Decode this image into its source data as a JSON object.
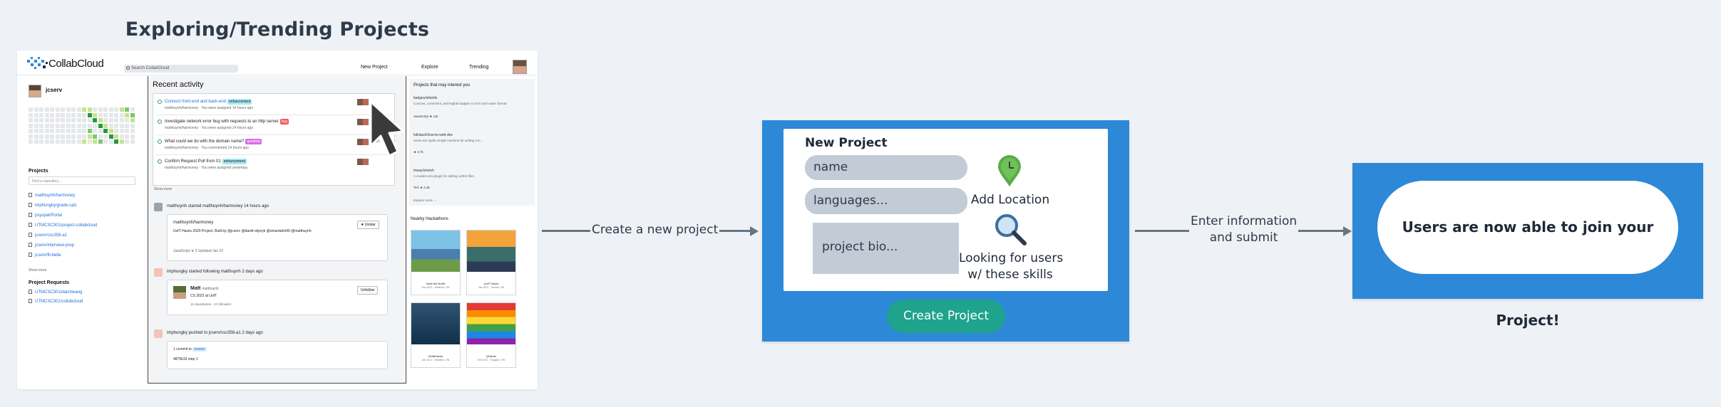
{
  "heading": "Exploring/Trending Projects",
  "screenshot": {
    "app_name": "CollabCloud",
    "search_placeholder": "Search CollabCloud",
    "nav": [
      "New Project",
      "Explore",
      "Trending"
    ],
    "username": "jcserv",
    "projects_heading": "Projects",
    "find_repo_placeholder": "Find a repository...",
    "repos": [
      "matthuynh/harmoney",
      "imphungky/grade-calc",
      "psyspat/Portal",
      "UTMCSC301/project-collabcloud",
      "jcserv/csc358-a1",
      "jcserv/interview-prep",
      "jcserv/fil-bella"
    ],
    "show_more": "Show more",
    "project_requests_heading": "Project Requests",
    "requests": [
      "UTMCSC301/datchwang",
      "UTMCSC301/collabcloud"
    ],
    "recent_heading": "Recent activity",
    "activities": [
      {
        "title": "Connect front-end and back-end",
        "label": "enhancement",
        "label_color": "#a5e8f2",
        "sub": "matthuynh/harmoney · You were assigned 14 hours ago",
        "comments": ""
      },
      {
        "title": "Investigate network error bug with requests to an http server",
        "label": "bug",
        "label_color": "#f35a5a",
        "sub": "matthuynh/harmoney · You were assigned 14 hours ago",
        "comments": ""
      },
      {
        "title": "What could we do with the domain name?",
        "label": "question",
        "label_color": "#d66fe3",
        "sub": "matthuynh/harmoney · You commented 14 hours ago",
        "comments": "1"
      },
      {
        "title": "Confirm Request Pull from 01",
        "label": "enhancement",
        "label_color": "#a5e8f2",
        "sub": "matthuynh/harmoney · You were assigned yesterday",
        "comments": ""
      }
    ],
    "recent_more": "Show more",
    "feed": [
      {
        "line": "matthuynh starred matthuynh/harmoney 14 hours ago",
        "card_title": "matthuynh/harmoney",
        "card_desc": "UofT Hacks 2020 Project. Built by @jcserv @daniil-oliynyk @omardahir99 @matthuynh",
        "card_meta": "JavaScript  ★ 3   Updated Jan 22",
        "button": "Unstar"
      },
      {
        "line": "imphungky started following matthuynh 2 days ago",
        "card_title": "Matt",
        "card_title2": "matthuynh",
        "card_desc": "CS 2022 at UofT",
        "card_meta": "11 repositories · 21 followers",
        "button": "Unfollow"
      },
      {
        "line": "imphungky pushed to jcserv/csc358-a1 2 days ago",
        "card_title": "1 commit to",
        "card_title2": "master",
        "card_desc": "4875b19 step 1"
      }
    ],
    "interest_heading": "Projects that may interest you",
    "interests": [
      {
        "name": "badges/shields",
        "desc": "Concise, consistent, and legible badges in SVG and raster format",
        "meta": "JavaScript  ★ 11k"
      },
      {
        "name": "fullstack/how-to-web-dev",
        "desc": "Some are sprite simple machine for writing con...",
        "meta": "★ 3.7k"
      },
      {
        "name": "lzway/stretch",
        "desc": "A modern-era plugin for editing LaTeX files",
        "meta": "TeX  ★ 2.3k"
      }
    ],
    "explore_more": "Explore more →",
    "hackathons_heading": "Nearby Hackathons",
    "hackathons": [
      {
        "name": "Hack the North",
        "sub": "Sep 2021 · Waterloo, ON"
      },
      {
        "name": "UofT Hacks",
        "sub": "Jan 2021 · Toronto, ON"
      },
      {
        "name": "DeltaHacks",
        "sub": "Jan 2021 · Hamilton, ON"
      },
      {
        "name": "QHacks",
        "sub": "Feb 2021 · Kingston, ON"
      }
    ]
  },
  "flow": {
    "step1_label": "Create a new project",
    "form": {
      "title": "New Project",
      "name_placeholder": "name",
      "languages_placeholder": "languages...",
      "bio_placeholder": "project bio...",
      "location_label": "Add Location",
      "skills_label_line1": "Looking for users",
      "skills_label_line2": "w/ these skills",
      "create_button": "Create Project"
    },
    "step2_label_line1": "Enter information",
    "step2_label_line2": "and submit",
    "result": "Users are now able to join your Project!"
  },
  "colors": {
    "panel_blue": "#2d88d8",
    "button_teal": "#1fa38c",
    "input_gray": "#c3ccd6",
    "arrow": "#687583",
    "background": "#eef2f6"
  }
}
